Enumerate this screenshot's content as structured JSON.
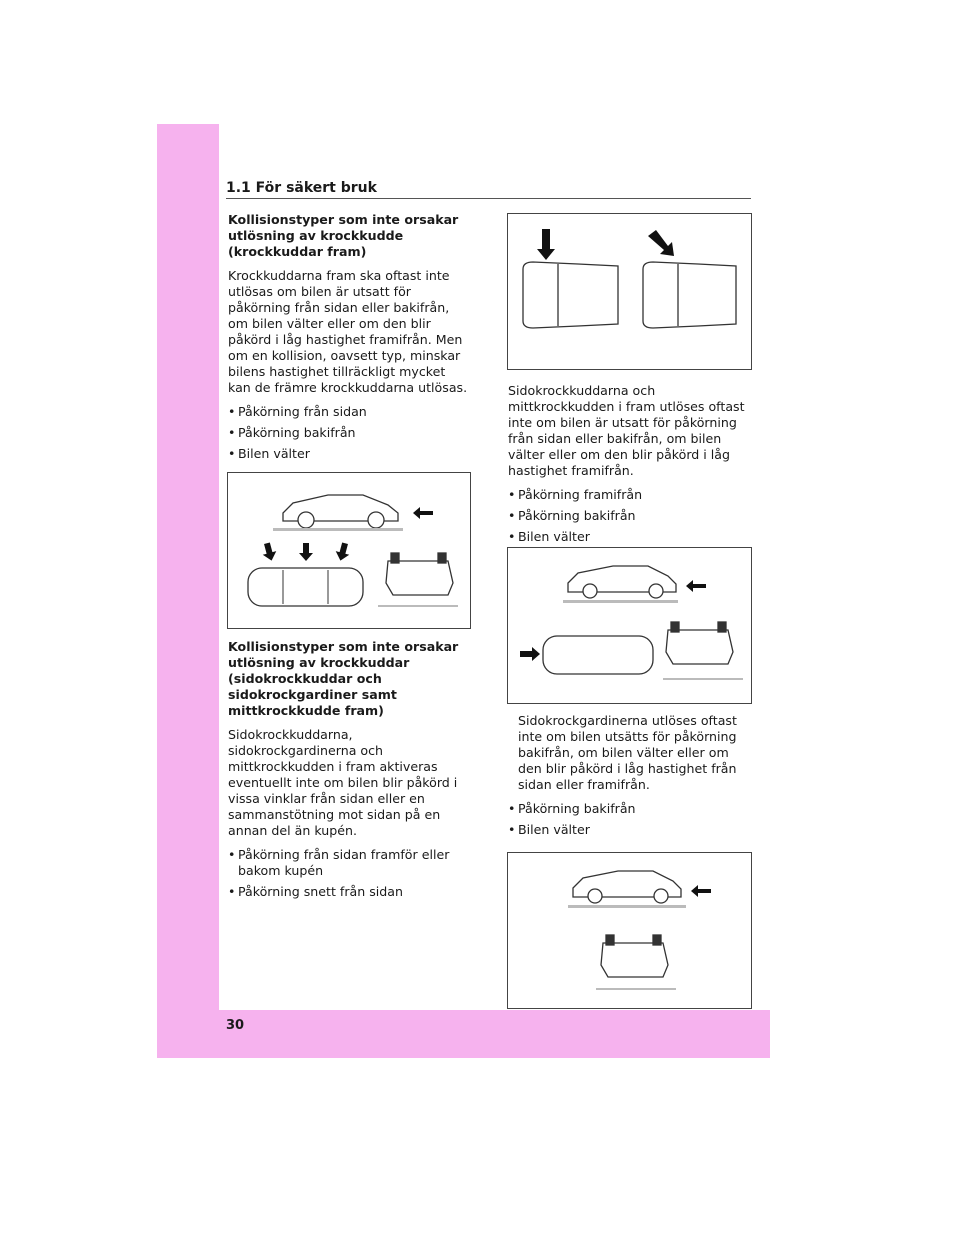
{
  "header": {
    "section_title": "1.1 För säkert bruk"
  },
  "page_number": "30",
  "left_column": {
    "heading1": "Kollisionstyper som inte orsakar utlösning av krockkudde (krockkuddar fram)",
    "para1": "Krockkuddarna fram ska oftast inte utlösas om bilen är utsatt för påkörning från sidan eller bakifrån, om bilen välter eller om den blir påkörd i låg hastighet framifrån. Men om en kollision, oavsett typ, minskar bilens hastighet tillräckligt mycket kan de främre krockkuddarna utlösas.",
    "bullets1": [
      "Påkörning från sidan",
      "Påkörning bakifrån",
      "Bilen välter"
    ],
    "heading2": "Kollisionstyper som inte orsakar utlösning av krockkuddar (sidokrockkuddar och sidokrockgardiner samt mittkrockkudde fram)",
    "para2": "Sidokrockkuddarna, sidokrockgardinerna och mittkrockkudden i fram aktiveras eventuellt inte om bilen blir påkörd i vissa vinklar från sidan eller en sammanstötning mot sidan på en annan del än kupén.",
    "bullets2": [
      "Påkörning från sidan framför eller bakom kupén",
      "Påkörning snett från sidan"
    ]
  },
  "right_column": {
    "para1": "Sidokrockkuddarna och mittkrockkudden i fram utlöses oftast inte om bilen är utsatt för påkörning från sidan eller bakifrån, om bilen välter eller om den blir påkörd i låg hastighet framifrån.",
    "bullets1": [
      "Påkörning framifrån",
      "Påkörning bakifrån",
      "Bilen välter"
    ],
    "para2": "Sidokrockgardinerna utlöses oftast inte om bilen utsätts för påkörning bakifrån, om bilen välter eller om den blir påkörd i låg hastighet från sidan eller framifrån.",
    "bullets2": [
      "Påkörning bakifrån",
      "Bilen välter"
    ]
  },
  "colors": {
    "sidebar": "#f6b2ee",
    "ink": "#1a1a1a"
  }
}
